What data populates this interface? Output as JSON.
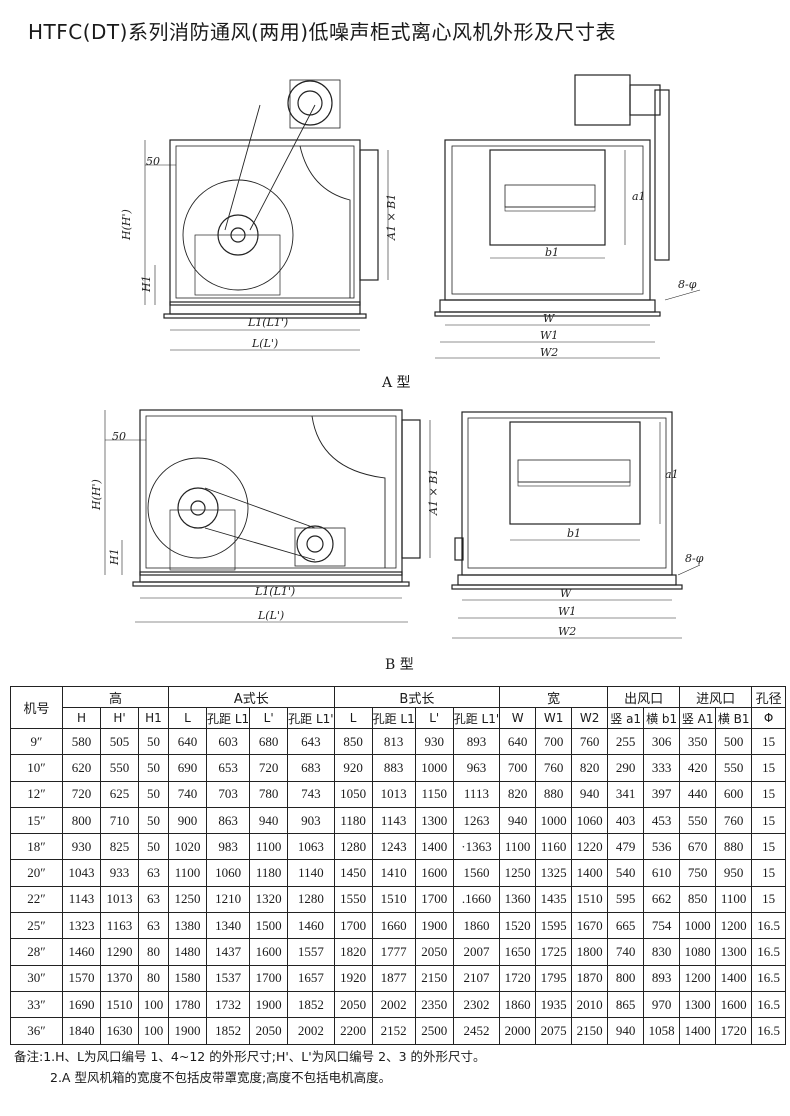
{
  "title": "HTFC(DT)系列消防通风(两用)低噪声柜式离心风机外形及尺寸表",
  "drawing": {
    "type_a": "A 型",
    "type_b": "B 型",
    "labels": {
      "dim_50": "50",
      "h_h": "H(H')",
      "h1": "H1",
      "a1b1": "A1 × B1",
      "l1": "L1(L1')",
      "l": "L(L')",
      "a1": "a1",
      "b1": "b1",
      "w": "W",
      "w1": "W1",
      "w2": "W2",
      "hole": "8-φ"
    }
  },
  "table": {
    "group_headers": [
      "机号",
      "高",
      "A式长",
      "B式长",
      "宽",
      "出风口",
      "进风口",
      "孔径"
    ],
    "sub_headers": [
      "H",
      "H'",
      "H1",
      "L",
      "孔距 L1",
      "L'",
      "孔距 L1'",
      "L",
      "孔距 L1",
      "L'",
      "孔距 L1'",
      "W",
      "W1",
      "W2",
      "竖 a1",
      "横 b1",
      "竖 A1",
      "横 B1",
      "Φ"
    ],
    "rows": [
      [
        "9″",
        "580",
        "505",
        "50",
        "640",
        "603",
        "680",
        "643",
        "850",
        "813",
        "930",
        "893",
        "640",
        "700",
        "760",
        "255",
        "306",
        "350",
        "500",
        "15"
      ],
      [
        "10″",
        "620",
        "550",
        "50",
        "690",
        "653",
        "720",
        "683",
        "920",
        "883",
        "1000",
        "963",
        "700",
        "760",
        "820",
        "290",
        "333",
        "420",
        "550",
        "15"
      ],
      [
        "12″",
        "720",
        "625",
        "50",
        "740",
        "703",
        "780",
        "743",
        "1050",
        "1013",
        "1150",
        "1113",
        "820",
        "880",
        "940",
        "341",
        "397",
        "440",
        "600",
        "15"
      ],
      [
        "15″",
        "800",
        "710",
        "50",
        "900",
        "863",
        "940",
        "903",
        "1180",
        "1143",
        "1300",
        "1263",
        "940",
        "1000",
        "1060",
        "403",
        "453",
        "550",
        "760",
        "15"
      ],
      [
        "18″",
        "930",
        "825",
        "50",
        "1020",
        "983",
        "1100",
        "1063",
        "1280",
        "1243",
        "1400",
        "·1363",
        "1100",
        "1160",
        "1220",
        "479",
        "536",
        "670",
        "880",
        "15"
      ],
      [
        "20″",
        "1043",
        "933",
        "63",
        "1100",
        "1060",
        "1180",
        "1140",
        "1450",
        "1410",
        "1600",
        "1560",
        "1250",
        "1325",
        "1400",
        "540",
        "610",
        "750",
        "950",
        "15"
      ],
      [
        "22″",
        "1143",
        "1013",
        "63",
        "1250",
        "1210",
        "1320",
        "1280",
        "1550",
        "1510",
        "1700",
        ".1660",
        "1360",
        "1435",
        "1510",
        "595",
        "662",
        "850",
        "1100",
        "15"
      ],
      [
        "25″",
        "1323",
        "1163",
        "63",
        "1380",
        "1340",
        "1500",
        "1460",
        "1700",
        "1660",
        "1900",
        "1860",
        "1520",
        "1595",
        "1670",
        "665",
        "754",
        "1000",
        "1200",
        "16.5"
      ],
      [
        "28″",
        "1460",
        "1290",
        "80",
        "1480",
        "1437",
        "1600",
        "1557",
        "1820",
        "1777",
        "2050",
        "2007",
        "1650",
        "1725",
        "1800",
        "740",
        "830",
        "1080",
        "1300",
        "16.5"
      ],
      [
        "30″",
        "1570",
        "1370",
        "80",
        "1580",
        "1537",
        "1700",
        "1657",
        "1920",
        "1877",
        "2150",
        "2107",
        "1720",
        "1795",
        "1870",
        "800",
        "893",
        "1200",
        "1400",
        "16.5"
      ],
      [
        "33″",
        "1690",
        "1510",
        "100",
        "1780",
        "1732",
        "1900",
        "1852",
        "2050",
        "2002",
        "2350",
        "2302",
        "1860",
        "1935",
        "2010",
        "865",
        "970",
        "1300",
        "1600",
        "16.5"
      ],
      [
        "36″",
        "1840",
        "1630",
        "100",
        "1900",
        "1852",
        "2050",
        "2002",
        "2200",
        "2152",
        "2500",
        "2452",
        "2000",
        "2075",
        "2150",
        "940",
        "1058",
        "1400",
        "1720",
        "16.5"
      ]
    ]
  },
  "notes": [
    "备注:1.H、L为风口编号 1、4~12 的外形尺寸;H'、L'为风口编号 2、3 的外形尺寸。",
    "2.A 型风机箱的宽度不包括皮带罩宽度;高度不包括电机高度。"
  ]
}
